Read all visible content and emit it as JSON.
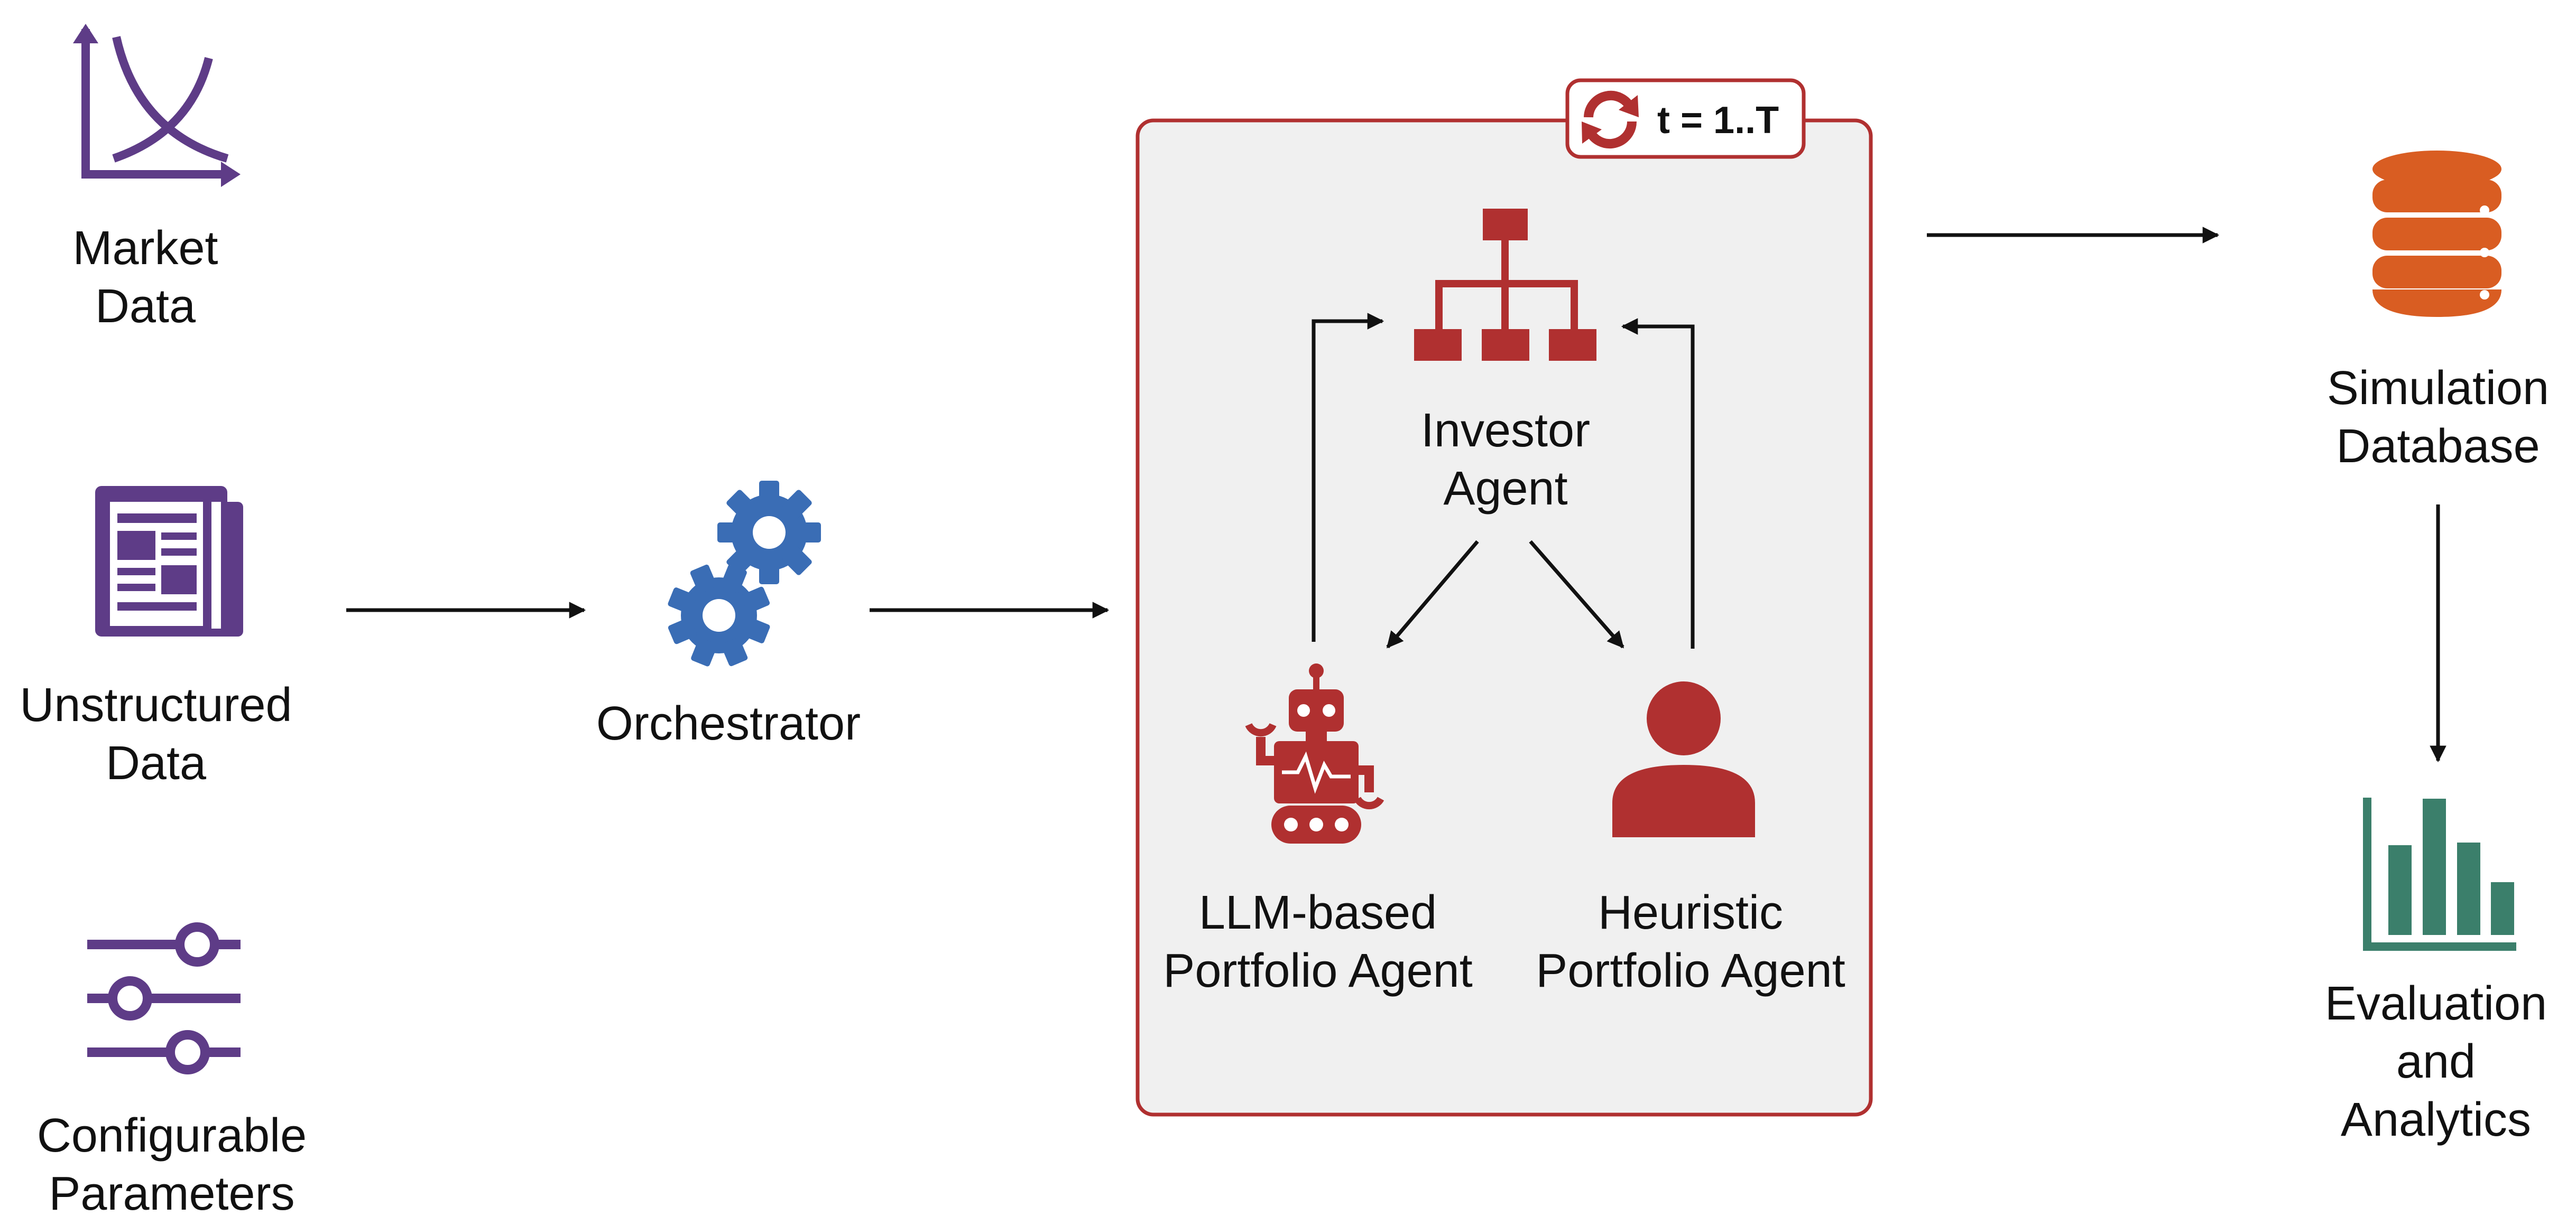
{
  "colors": {
    "purple": "#5e3c87",
    "blue": "#3a6db5",
    "red": "#b03030",
    "orange": "#d95d22",
    "green": "#3b7f6b",
    "panel_fill": "#f0f0f0",
    "panel_border": "#b03030",
    "arrow": "#111111"
  },
  "inputs": [
    {
      "icon": "market-chart-icon",
      "label_line1": "Market",
      "label_line2": "Data"
    },
    {
      "icon": "newspaper-icon",
      "label_line1": "Unstructured",
      "label_line2": "Data"
    },
    {
      "icon": "sliders-icon",
      "label_line1": "Configurable",
      "label_line2": "Parameters"
    }
  ],
  "orchestrator": {
    "icon": "gears-icon",
    "label": "Orchestrator"
  },
  "loop": {
    "badge": "t = 1..T",
    "badge_icon": "refresh-cycle-icon",
    "investor_agent": {
      "icon": "hierarchy-icon",
      "label_line1": "Investor",
      "label_line2": "Agent"
    },
    "llm_agent": {
      "icon": "robot-icon",
      "label_line1": "LLM-based",
      "label_line2": "Portfolio Agent"
    },
    "heuristic_agent": {
      "icon": "person-icon",
      "label_line1": "Heuristic",
      "label_line2": "Portfolio Agent"
    }
  },
  "outputs": {
    "database": {
      "icon": "database-icon",
      "label_line1": "Simulation",
      "label_line2": "Database"
    },
    "analytics": {
      "icon": "bar-chart-icon",
      "label_line1": "Evaluation",
      "label_line2": "and",
      "label_line3": "Analytics"
    }
  }
}
